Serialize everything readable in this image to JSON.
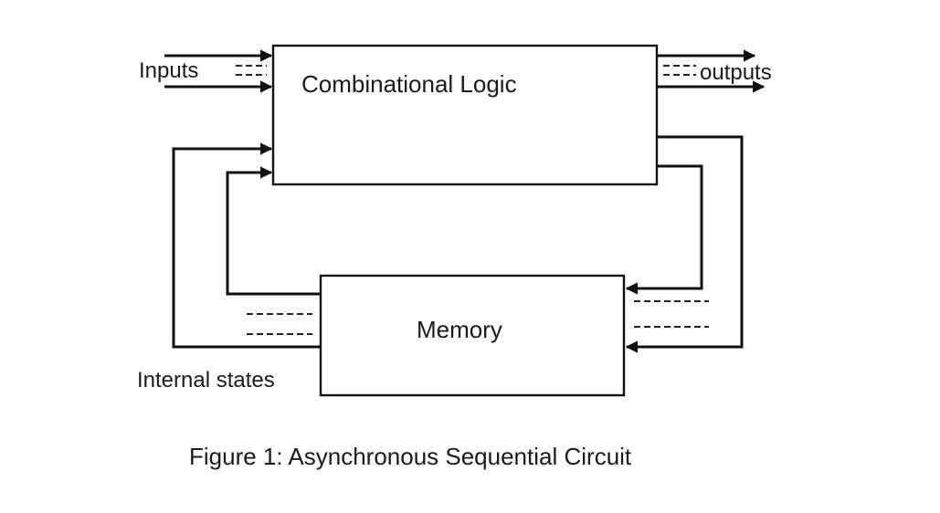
{
  "diagram": {
    "combinational_logic_label": "Combinational Logic",
    "memory_label": "Memory",
    "inputs_label": "Inputs",
    "outputs_label": "outputs",
    "internal_states_label": "Internal states"
  },
  "caption": "Figure 1: Asynchronous Sequential Circuit",
  "colors": {
    "line": "#111111",
    "background": "#ffffff"
  }
}
